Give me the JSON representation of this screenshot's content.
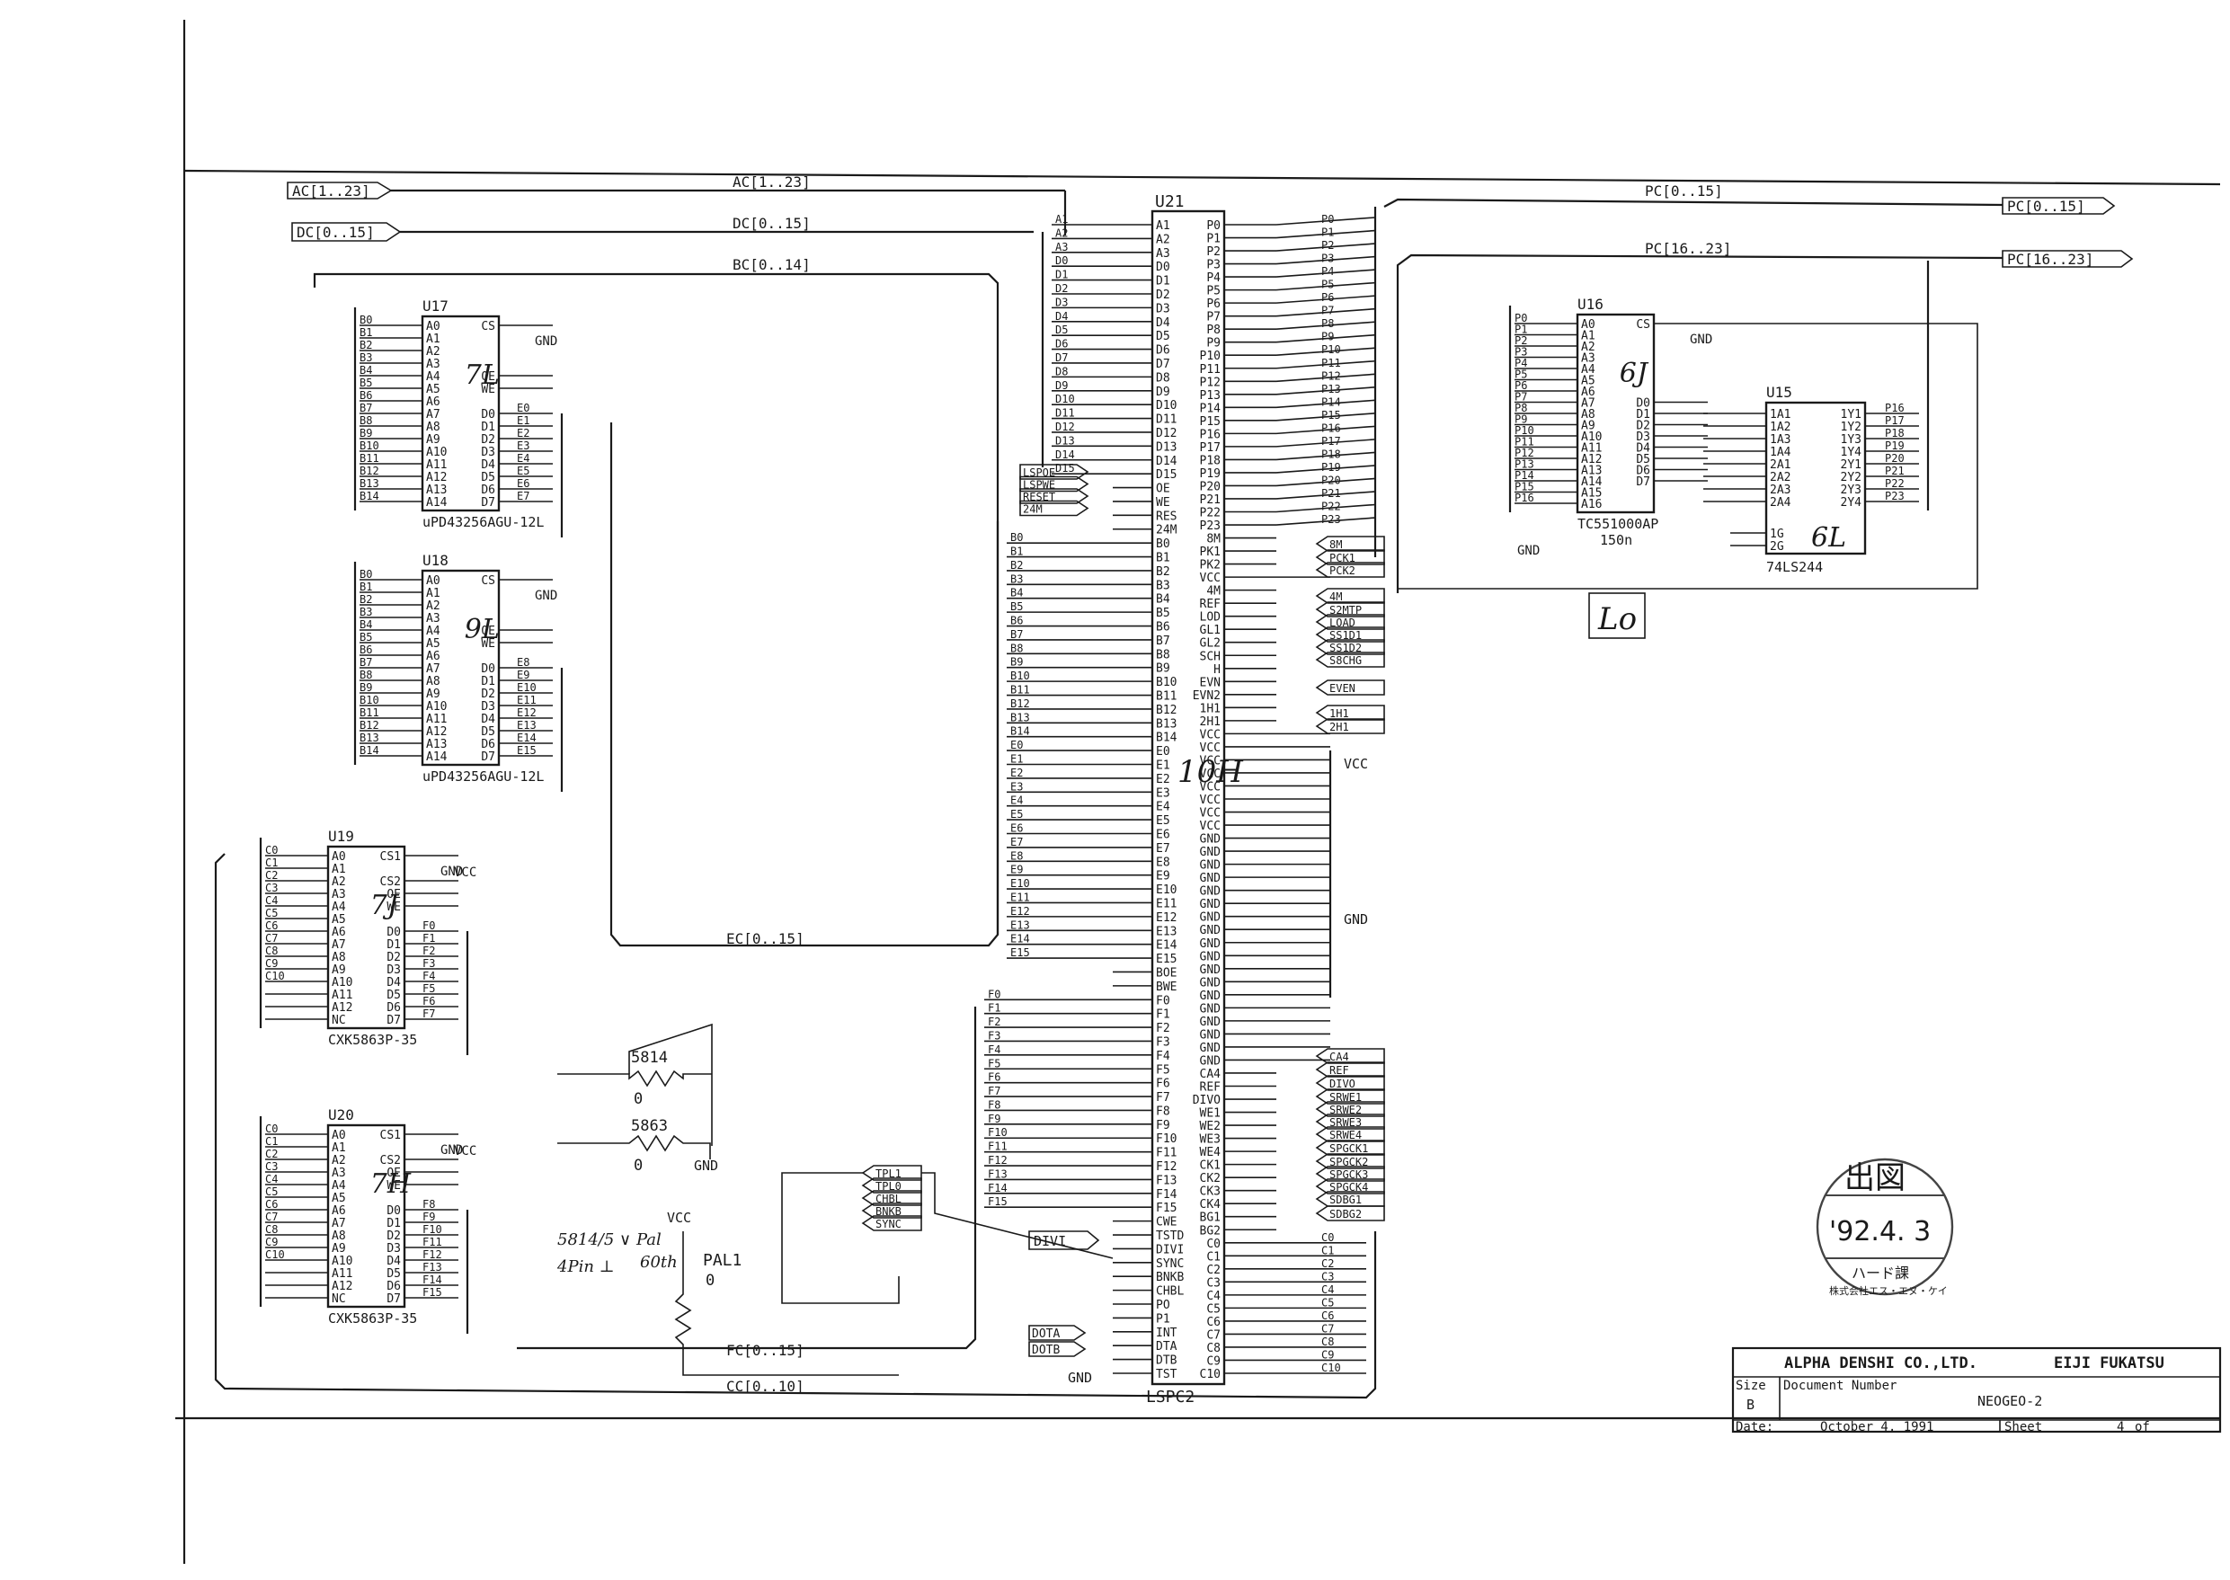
{
  "buses": {
    "ac": "AC[1..23]",
    "dc": "DC[0..15]",
    "bc": "BC[0..14]",
    "pc": "PC[0..15]",
    "pc16": "PC[16..23]",
    "ec": "EC[0..15]",
    "fc": "FC[0..15]",
    "cc": "CC[0..10]"
  },
  "u21": {
    "ref": "U21",
    "part": "LSPC2",
    "loc": "10H",
    "left_pins": [
      "A1",
      "A2",
      "A3",
      "D0",
      "D1",
      "D2",
      "D3",
      "D4",
      "D5",
      "D6",
      "D7",
      "D8",
      "D9",
      "D10",
      "D11",
      "D12",
      "D13",
      "D14",
      "D15",
      "OE",
      "WE",
      "RES",
      "24M",
      "B0",
      "B1",
      "B2",
      "B3",
      "B4",
      "B5",
      "B6",
      "B7",
      "B8",
      "B9",
      "B10",
      "B11",
      "B12",
      "B13",
      "B14",
      "E0",
      "E1",
      "E2",
      "E3",
      "E4",
      "E5",
      "E6",
      "E7",
      "E8",
      "E9",
      "E10",
      "E11",
      "E12",
      "E13",
      "E14",
      "E15",
      "BOE",
      "BWE",
      "F0",
      "F1",
      "F2",
      "F3",
      "F4",
      "F5",
      "F6",
      "F7",
      "F8",
      "F9",
      "F10",
      "F11",
      "F12",
      "F13",
      "F14",
      "F15",
      "CWE",
      "TSTD",
      "DIVI",
      "SYNC",
      "BNKB",
      "CHBL",
      "PO",
      "P1",
      "INT",
      "DTA",
      "DTB",
      "TST"
    ],
    "right_pins": [
      "P0",
      "P1",
      "P2",
      "P3",
      "P4",
      "P5",
      "P6",
      "P7",
      "P8",
      "P9",
      "P10",
      "P11",
      "P12",
      "P13",
      "P14",
      "P15",
      "P16",
      "P17",
      "P18",
      "P19",
      "P20",
      "P21",
      "P22",
      "P23",
      "8M",
      "PK1",
      "PK2",
      "VCC",
      "4M",
      "REF",
      "LOD",
      "GL1",
      "GL2",
      "SCH",
      "H",
      "EVN",
      "EVN2",
      "1H1",
      "2H1",
      "VCC",
      "VCC",
      "VCC",
      "VCC",
      "VCC",
      "VCC",
      "VCC",
      "VCC",
      "GND",
      "GND",
      "GND",
      "GND",
      "GND",
      "GND",
      "GND",
      "GND",
      "GND",
      "GND",
      "GND",
      "GND",
      "GND",
      "GND",
      "GND",
      "GND",
      "GND",
      "GND",
      "CA4",
      "REF",
      "DIVO",
      "WE1",
      "WE2",
      "WE3",
      "WE4",
      "CK1",
      "CK2",
      "CK3",
      "CK4",
      "BG1",
      "BG2",
      "C0",
      "C1",
      "C2",
      "C3",
      "C4",
      "C5",
      "C6",
      "C7",
      "C8",
      "C9",
      "C10"
    ]
  },
  "left_signals": [
    "LSPOE",
    "LSPWE",
    "RESET",
    "24M"
  ],
  "right_signals": [
    "8M",
    "PCK1",
    "PCK2",
    "4M",
    "S2MTP",
    "LOAD",
    "SS1D1",
    "SS1D2",
    "S8CHG",
    "EVEN",
    "1H1",
    "2H1",
    "CA4",
    "REF",
    "DIVO",
    "SRWE1",
    "SRWE2",
    "SRWE3",
    "SRWE4",
    "SPGCK1",
    "SPGCK2",
    "SPGCK3",
    "SPGCK4",
    "SDBG1",
    "SDBG2"
  ],
  "vcc": "VCC",
  "gnd": "GND",
  "u17": {
    "ref": "U17",
    "part": "uPD43256AGU-12L",
    "loc": "7L",
    "lpins": [
      "A0",
      "A1",
      "A2",
      "A3",
      "A4",
      "A5",
      "A6",
      "A7",
      "A8",
      "A9",
      "A10",
      "A11",
      "A12",
      "A13",
      "A14"
    ],
    "rpins": [
      "CS",
      "",
      "",
      "",
      "OE",
      "WE",
      "",
      "D0",
      "D1",
      "D2",
      "D3",
      "D4",
      "D5",
      "D6",
      "D7"
    ],
    "nets": [
      "B0",
      "B1",
      "B2",
      "B3",
      "B4",
      "B5",
      "B6",
      "B7",
      "B8",
      "B9",
      "B10",
      "B11",
      "B12",
      "B13",
      "B14"
    ],
    "outs": [
      "E0",
      "E1",
      "E2",
      "E3",
      "E4",
      "E5",
      "E6",
      "E7"
    ]
  },
  "u18": {
    "ref": "U18",
    "part": "uPD43256AGU-12L",
    "loc": "9L",
    "lpins": [
      "A0",
      "A1",
      "A2",
      "A3",
      "A4",
      "A5",
      "A6",
      "A7",
      "A8",
      "A9",
      "A10",
      "A11",
      "A12",
      "A13",
      "A14"
    ],
    "rpins": [
      "CS",
      "",
      "",
      "",
      "OE",
      "WE",
      "",
      "D0",
      "D1",
      "D2",
      "D3",
      "D4",
      "D5",
      "D6",
      "D7"
    ],
    "nets": [
      "B0",
      "B1",
      "B2",
      "B3",
      "B4",
      "B5",
      "B6",
      "B7",
      "B8",
      "B9",
      "B10",
      "B11",
      "B12",
      "B13",
      "B14"
    ],
    "outs": [
      "E8",
      "E9",
      "E10",
      "E11",
      "E12",
      "E13",
      "E14",
      "E15"
    ]
  },
  "u19": {
    "ref": "U19",
    "part": "CXK5863P-35",
    "loc": "7J",
    "lpins": [
      "A0",
      "A1",
      "A2",
      "A3",
      "A4",
      "A5",
      "A6",
      "A7",
      "A8",
      "A9",
      "A10",
      "A11",
      "A12",
      "NC"
    ],
    "rpins": [
      "CS1",
      "",
      "CS2",
      "OE",
      "WE",
      "",
      "D0",
      "D1",
      "D2",
      "D3",
      "D4",
      "D5",
      "D6",
      "D7"
    ],
    "nets": [
      "C0",
      "C1",
      "C2",
      "C3",
      "C4",
      "C5",
      "C6",
      "C7",
      "C8",
      "C9",
      "C10"
    ],
    "outs": [
      "F0",
      "F1",
      "F2",
      "F3",
      "F4",
      "F5",
      "F6",
      "F7"
    ]
  },
  "u20": {
    "ref": "U20",
    "part": "CXK5863P-35",
    "loc": "7H",
    "lpins": [
      "A0",
      "A1",
      "A2",
      "A3",
      "A4",
      "A5",
      "A6",
      "A7",
      "A8",
      "A9",
      "A10",
      "A11",
      "A12",
      "NC"
    ],
    "rpins": [
      "CS1",
      "",
      "CS2",
      "OE",
      "WE",
      "",
      "D0",
      "D1",
      "D2",
      "D3",
      "D4",
      "D5",
      "D6",
      "D7"
    ],
    "nets": [
      "C0",
      "C1",
      "C2",
      "C3",
      "C4",
      "C5",
      "C6",
      "C7",
      "C8",
      "C9",
      "C10"
    ],
    "outs": [
      "F8",
      "F9",
      "F10",
      "F11",
      "F12",
      "F13",
      "F14",
      "F15"
    ]
  },
  "u16": {
    "ref": "U16",
    "part": "TC551000AP",
    "speed": "150n",
    "loc": "6J",
    "lpins": [
      "A0",
      "A1",
      "A2",
      "A3",
      "A4",
      "A5",
      "A6",
      "A7",
      "A8",
      "A9",
      "A10",
      "A11",
      "A12",
      "A13",
      "A14",
      "A15",
      "A16"
    ],
    "rpins": [
      "CS",
      "",
      "",
      "",
      "",
      "",
      "",
      "D0",
      "D1",
      "D2",
      "D3",
      "D4",
      "D5",
      "D6",
      "D7"
    ],
    "nets": [
      "P0",
      "P1",
      "P2",
      "P3",
      "P4",
      "P5",
      "P6",
      "P7",
      "P8",
      "P9",
      "P10",
      "P11",
      "P12",
      "P13",
      "P14",
      "P15",
      "P16"
    ]
  },
  "u15": {
    "ref": "U15",
    "part": "74LS244",
    "loc": "6L",
    "lpins": [
      "1A1",
      "1A2",
      "1A3",
      "1A4",
      "2A1",
      "2A2",
      "2A3",
      "2A4"
    ],
    "rpins": [
      "1Y1",
      "1Y2",
      "1Y3",
      "1Y4",
      "2Y1",
      "2Y2",
      "2Y3",
      "2Y4"
    ],
    "gates": [
      "1G",
      "2G"
    ],
    "outs": [
      "P16",
      "P17",
      "P18",
      "P19",
      "P20",
      "P21",
      "P22",
      "P23"
    ]
  },
  "res1": {
    "ref": "5814",
    "val": "0"
  },
  "res2": {
    "ref": "5863",
    "val": "0"
  },
  "pal1": {
    "ref": "PAL1",
    "val": "0"
  },
  "handwritten": {
    "note1": "5814/5 ∨ Pal",
    "note2": "4Pin ⊥",
    "note3": "60th",
    "mark": "Lo"
  },
  "pal_signals": [
    "TPL1",
    "TPL0",
    "CHBL",
    "BNKB",
    "SYNC"
  ],
  "divi_signal": "DIVI",
  "dta_signals": [
    "DOTA",
    "DOTB"
  ],
  "stamp": {
    "line1": "出図",
    "date": "'92.4. 3",
    "dept": "ハード課",
    "company": "株式会社エス・エヌ・ケイ"
  },
  "title_block": {
    "company": "ALPHA DENSHI CO.,LTD.",
    "author": "EIJI FUKATSU",
    "size_label": "Size",
    "size": "B",
    "docnum_label": "Document Number",
    "docnum": "NEOGEO-2",
    "date_label": "Date:",
    "date": "October 4, 1991",
    "sheet_label": "Sheet",
    "sheet": "4",
    "of_label": "of"
  }
}
